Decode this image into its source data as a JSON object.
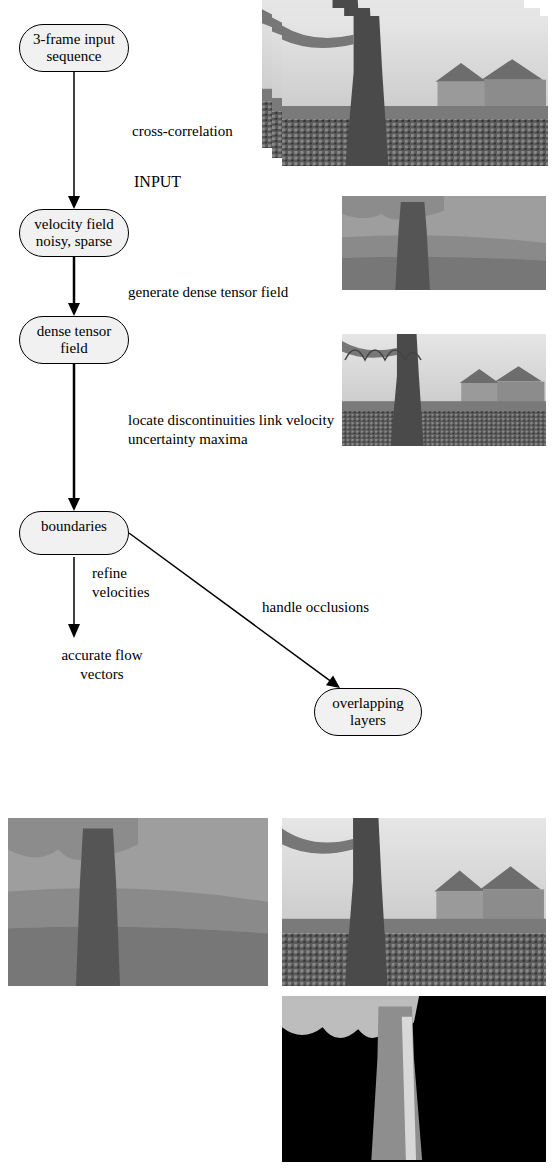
{
  "diagram": {
    "nodes": [
      {
        "text": [
          "3-frame input sequence"
        ]
      },
      {
        "text": [
          "velocity field noisy, sparse"
        ]
      },
      {
        "text": [
          "dense tensor field"
        ]
      },
      {
        "text": [
          "boundaries"
        ]
      },
      {
        "text": [
          "overlapping layers"
        ]
      }
    ],
    "edges": [
      {
        "from": 0,
        "to": 1,
        "arrow": "to",
        "label": "cross-correlation"
      },
      {
        "from": 1,
        "to": 2,
        "arrow": "to",
        "label": "generate dense tensor field"
      },
      {
        "from": 2,
        "to": 3,
        "arrow": "to",
        "label": "locate discontinuities link velocity uncertainty maxima"
      },
      {
        "from": 3,
        "to": 4,
        "arrow": "to",
        "label": "handle occlusions"
      }
    ],
    "labels": [
      "INPUT",
      "refine velocities",
      "accurate flow vectors"
    ]
  }
}
